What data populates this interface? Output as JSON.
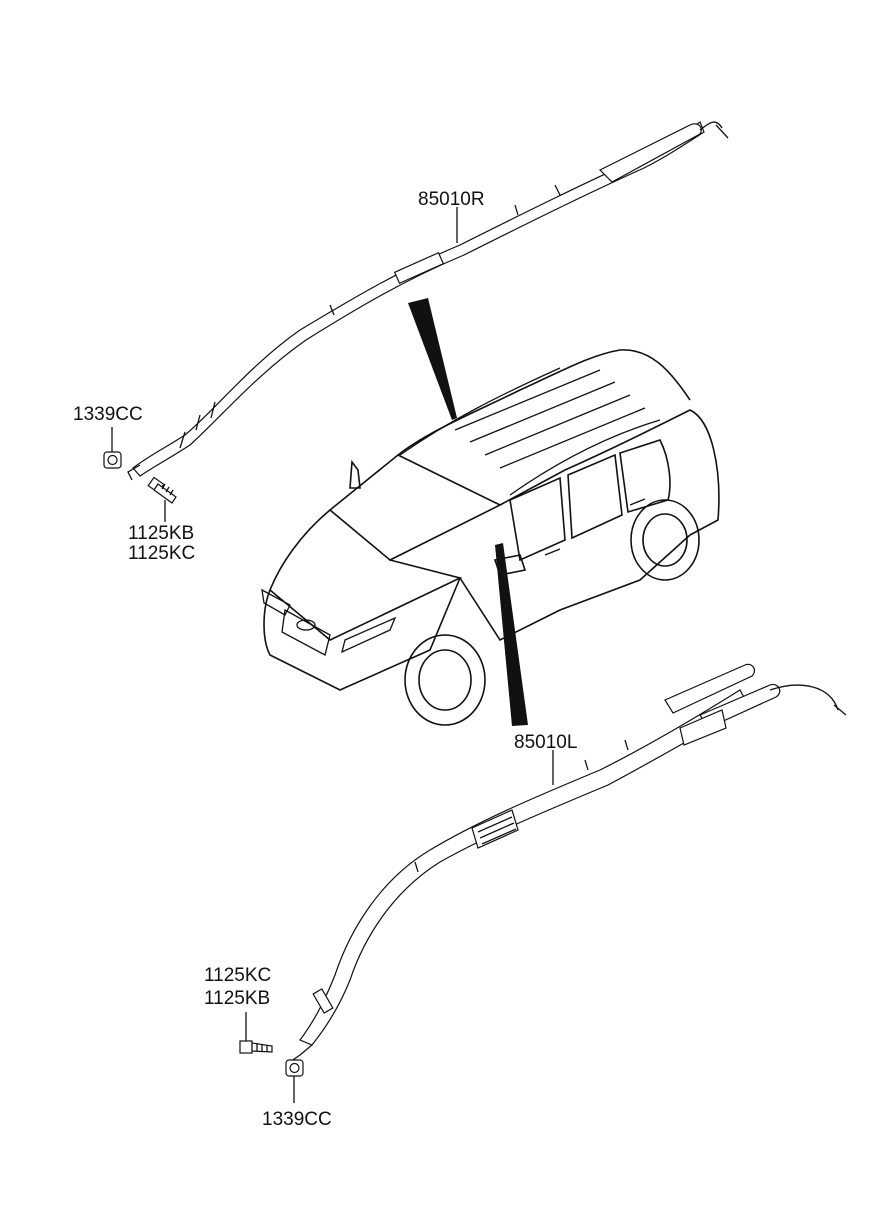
{
  "callouts": {
    "airbag_right": "85010R",
    "airbag_left": "85010L",
    "nut_top": "1339CC",
    "bolt_top_line1": "1125KB",
    "bolt_top_line2": "1125KC",
    "bolt_bottom_line1": "1125KC",
    "bolt_bottom_line2": "1125KB",
    "nut_bottom": "1339CC"
  },
  "colors": {
    "line": "#111111",
    "background": "#ffffff"
  },
  "icons": [
    "curtain-airbag-right",
    "curtain-airbag-left",
    "vehicle-suv",
    "bolt",
    "nut"
  ]
}
